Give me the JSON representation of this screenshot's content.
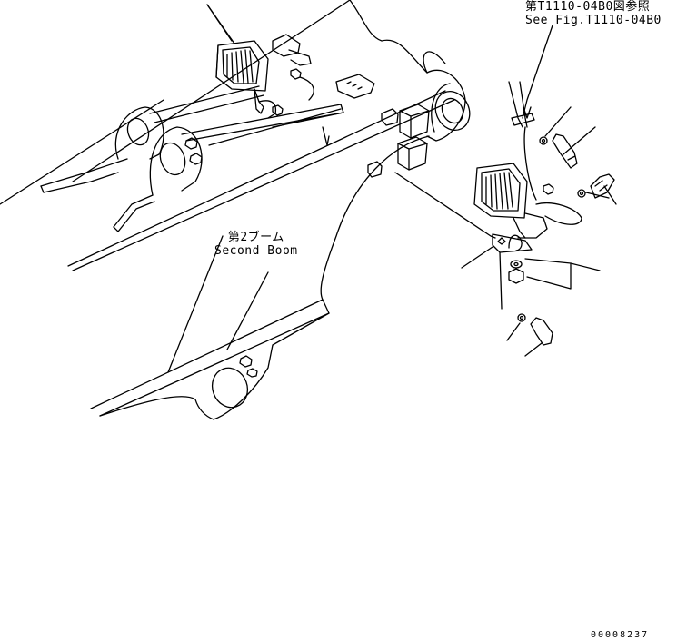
{
  "reference": {
    "jp": "第T1110-04B0図参照",
    "en": "See Fig.T1110-04B0"
  },
  "boom_label": {
    "jp": "第2ブーム",
    "en": "Second Boom"
  },
  "drawing_number": "00008237",
  "colors": {
    "line": "#000000",
    "background": "#ffffff"
  }
}
